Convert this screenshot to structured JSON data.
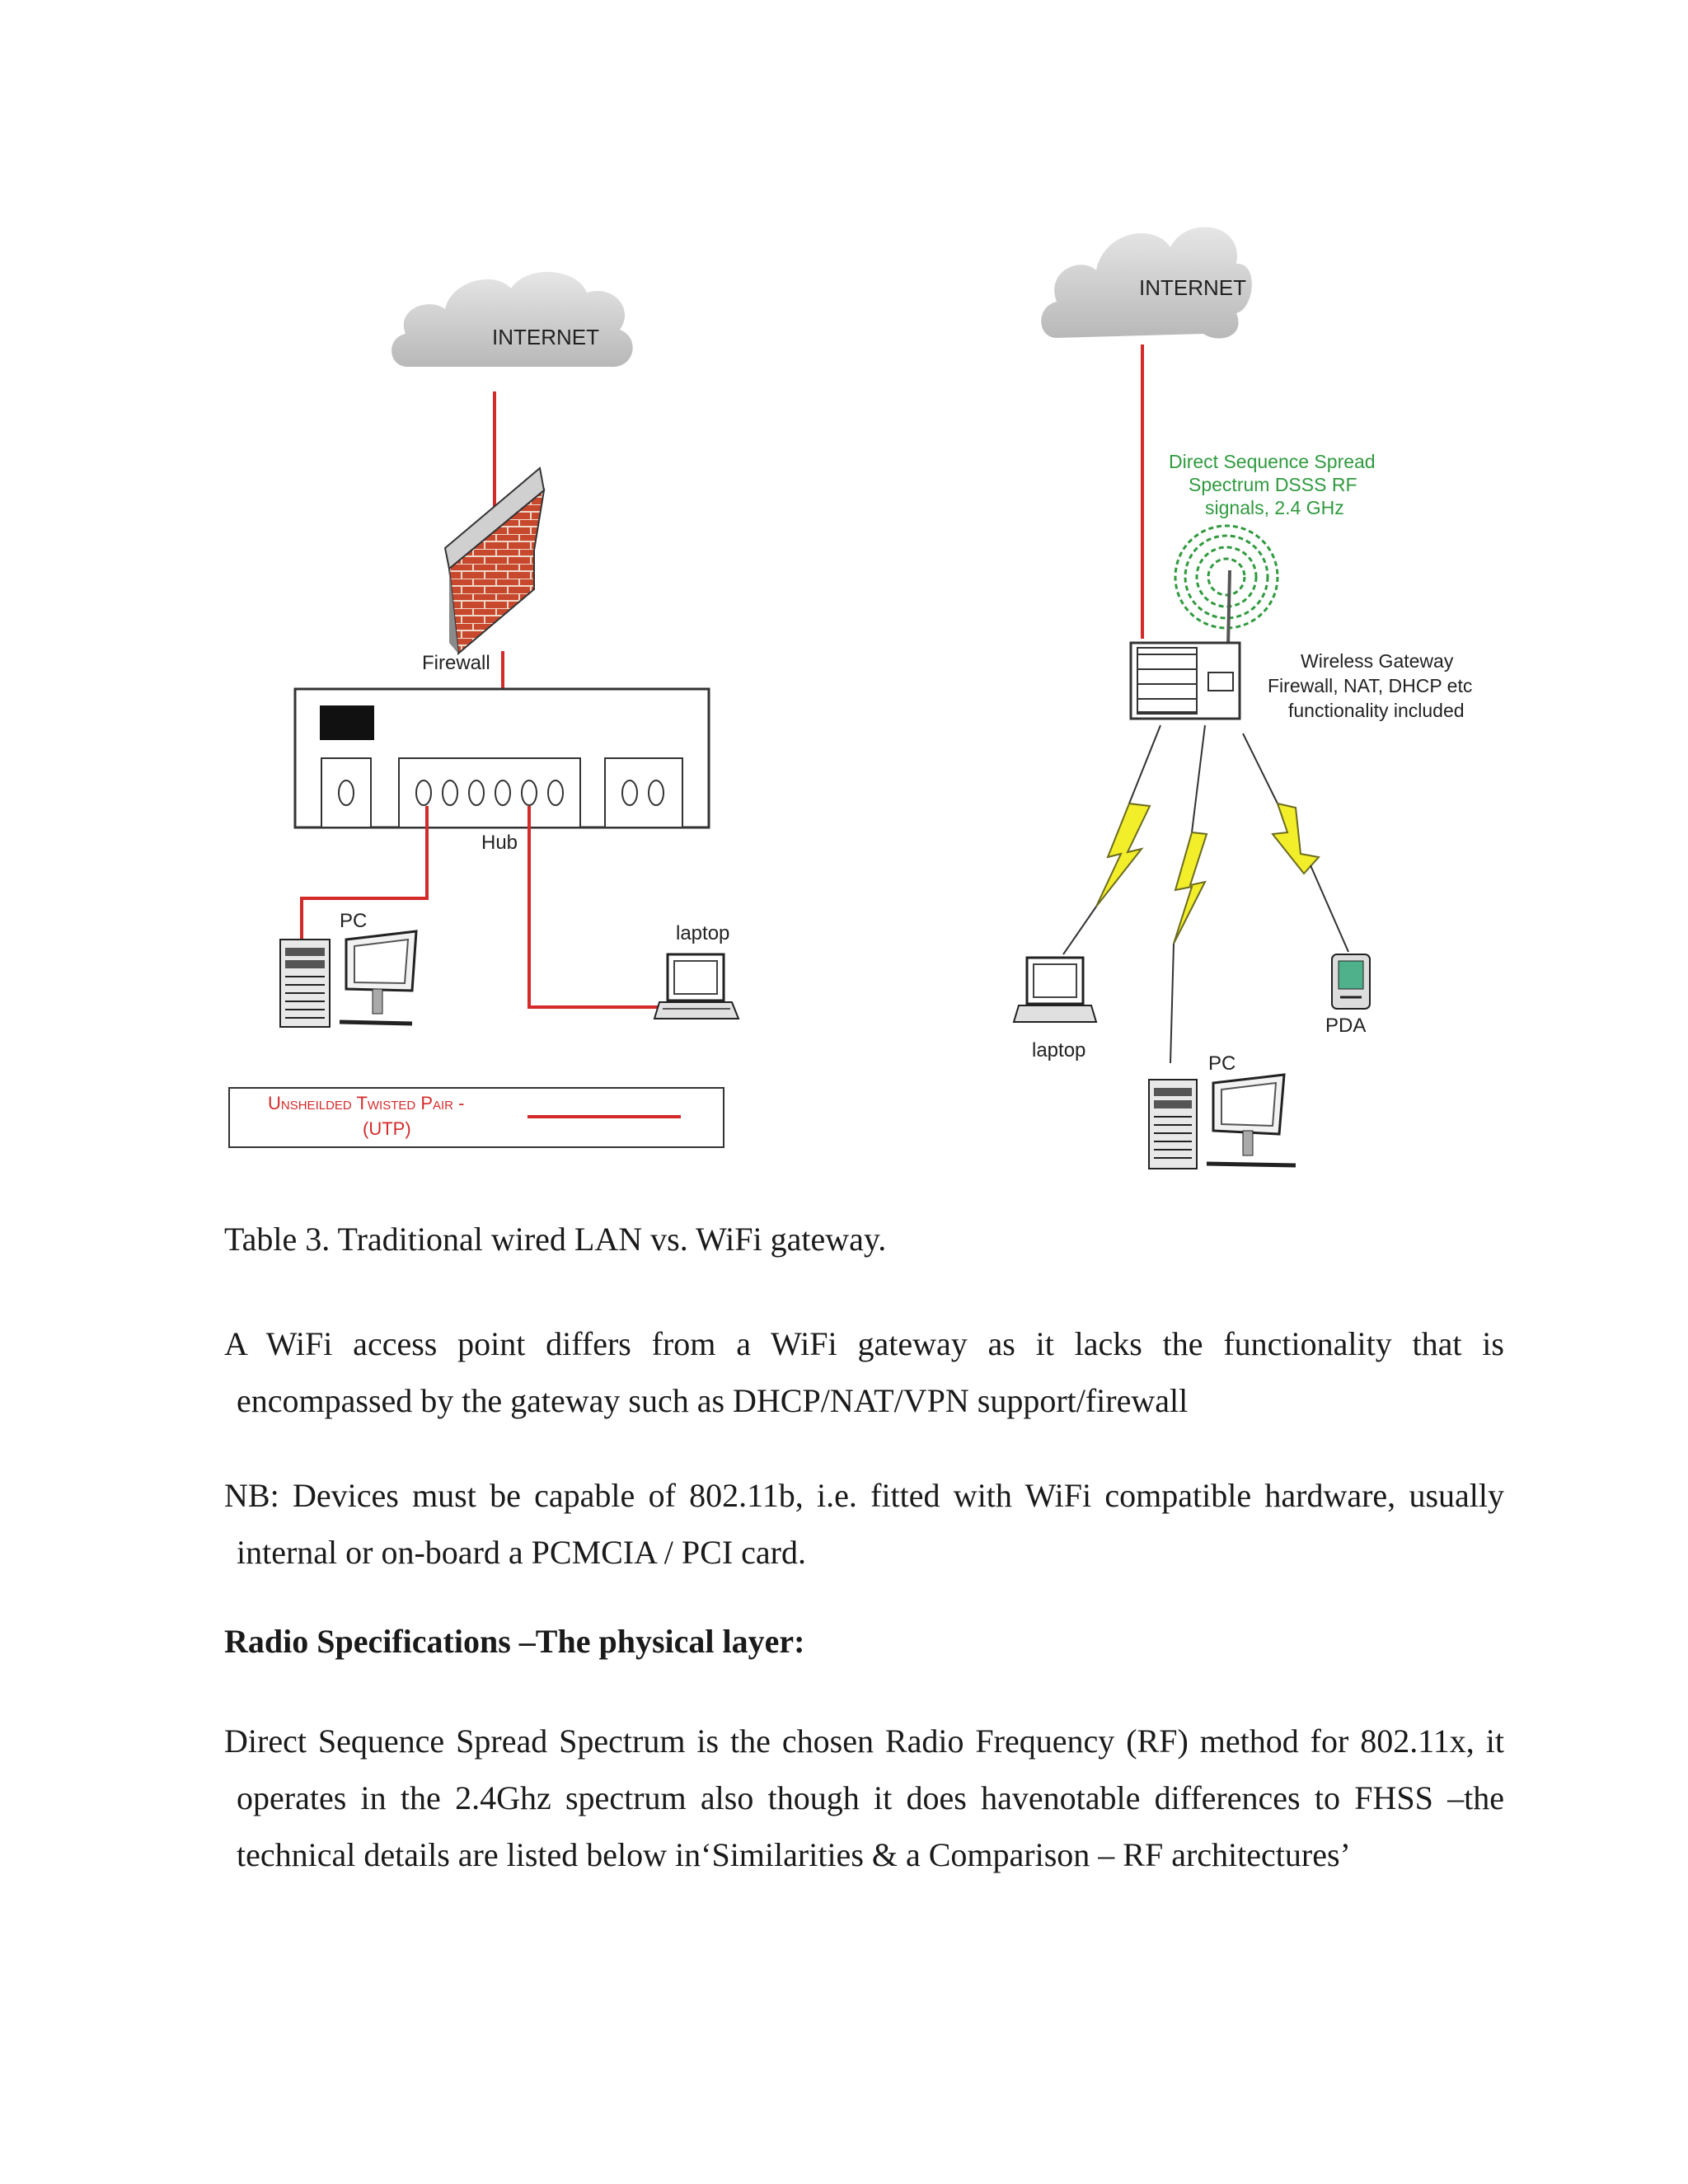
{
  "wired": {
    "internet_label": "INTERNET",
    "firewall_label": "Firewall",
    "hub_label": "Hub",
    "pc_label": "PC",
    "laptop_label": "laptop",
    "legend_line1": "Unsheilded Twisted Pair -",
    "legend_line2": "(UTP)"
  },
  "wireless": {
    "internet_label": "INTERNET",
    "signal_line1": "Direct Sequence Spread",
    "signal_line2": "Spectrum DSSS RF",
    "signal_line3": "signals, 2.4 GHz",
    "gateway_line1": "Wireless Gateway",
    "gateway_line2": "Firewall, NAT, DHCP  etc",
    "gateway_line3": "functionality included",
    "laptop_label": "laptop",
    "pc_label": "PC",
    "pda_label": "PDA"
  },
  "colors": {
    "cable": "#d42a2a",
    "signal": "#2f9a3e",
    "bolt": "#f2ee2a"
  },
  "caption": "Table 3. Traditional wired LAN vs. WiFi gateway.",
  "paragraphs": {
    "p1": "A WiFi access point differs from a WiFi gateway as it lacks the functionality that is encompassed by the gateway such as DHCP/NAT/VPN support/firewall",
    "p2": "NB: Devices must be capable of 802.11b, i.e. fitted with WiFi compatible hardware, usually internal or on-board a PCMCIA / PCI card.",
    "heading": "Radio Specifications –The physical layer:",
    "p3": "Direct Sequence Spread Spectrum is the chosen Radio Frequency (RF) method for 802.11x, it operates in the 2.4Ghz spectrum also though it does havenotable differences to FHSS –the technical details are listed below in‘Similarities & a Comparison – RF architectures’"
  }
}
